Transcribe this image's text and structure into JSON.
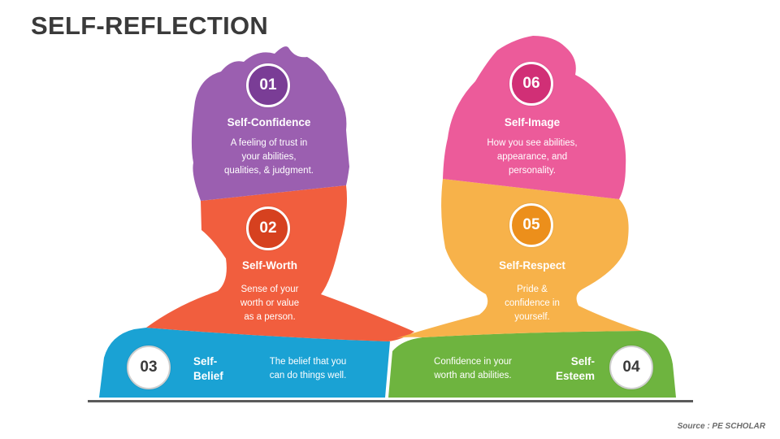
{
  "title": "SELF-REFLECTION",
  "source": "Source : PE SCHOLAR",
  "colors": {
    "s01": "#9b5fb0",
    "s01_badge": "#7a3d96",
    "s02": "#f15e3e",
    "s02_badge": "#d6411f",
    "s03": "#1aa2d4",
    "s03_badge": "#ffffff",
    "s04": "#6eb43f",
    "s04_badge": "#ffffff",
    "s05": "#f7b24a",
    "s05_badge": "#ec8f1b",
    "s06": "#ec5b9a",
    "s06_badge": "#d12f76"
  },
  "segments": {
    "s01": {
      "number": "01",
      "title": "Self-Confidence",
      "desc": [
        "A feeling of trust in",
        "your abilities,",
        "qualities, & judgment."
      ]
    },
    "s02": {
      "number": "02",
      "title": "Self-Worth",
      "desc": [
        "Sense of your",
        "worth or value",
        "as a person."
      ]
    },
    "s03": {
      "number": "03",
      "title": [
        "Self-",
        "Belief"
      ],
      "desc": [
        "The belief that you",
        "can do things well."
      ]
    },
    "s04": {
      "number": "04",
      "title": [
        "Self-",
        "Esteem"
      ],
      "desc": [
        "Confidence in your",
        "worth and abilities."
      ]
    },
    "s05": {
      "number": "05",
      "title": "Self-Respect",
      "desc": [
        "Pride &",
        "confidence in",
        "yourself."
      ]
    },
    "s06": {
      "number": "06",
      "title": "Self-Image",
      "desc": [
        "How you see abilities,",
        "appearance, and",
        "personality."
      ]
    }
  }
}
